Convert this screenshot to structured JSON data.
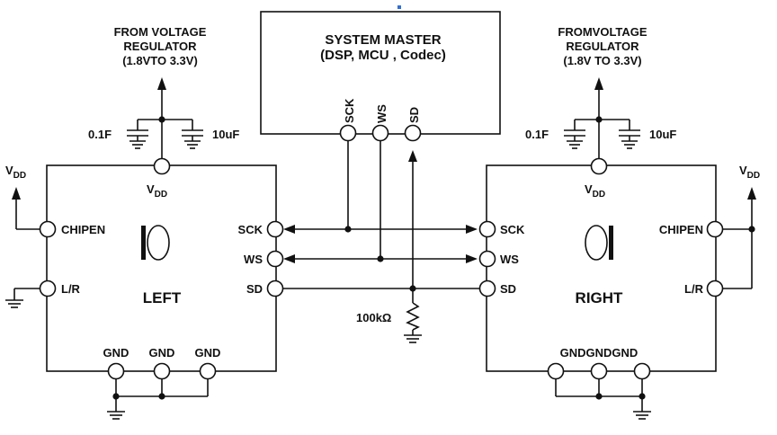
{
  "master": {
    "title": "SYSTEM MASTER",
    "subtitle": "(DSP, MCU , Codec)",
    "pins": [
      "SCK",
      "WS",
      "SD"
    ]
  },
  "left_supply": {
    "line1": "FROM VOLTAGE",
    "line2": "REGULATOR",
    "line3": "(1.8VTO 3.3V)",
    "cap_small": "0.1F",
    "cap_large": "10uF"
  },
  "right_supply": {
    "line1": "FROMVOLTAGE",
    "line2": "REGULATOR",
    "line3": "(1.8V TO 3.3V)",
    "cap_small": "0.1F",
    "cap_large": "10uF"
  },
  "left_chip": {
    "label": "LEFT",
    "vdd_main": "V",
    "vdd_sub": "DD",
    "chipen": "CHIPEN",
    "lr": "L/R",
    "sck": "SCK",
    "ws": "WS",
    "sd": "SD",
    "gnd1": "GND",
    "gnd2": "GND",
    "gnd3": "GND"
  },
  "right_chip": {
    "label": "RIGHT",
    "vdd_main": "V",
    "vdd_sub": "DD",
    "chipen": "CHIPEN",
    "lr": "L/R",
    "sck": "SCK",
    "ws": "WS",
    "sd": "SD",
    "gnd_combined": "GNDGNDGND"
  },
  "left_ext_vdd": {
    "main": "V",
    "sub": "DD"
  },
  "right_ext_vdd": {
    "main": "V",
    "sub": "DD"
  },
  "pulldown": {
    "label": "100kΩ"
  }
}
